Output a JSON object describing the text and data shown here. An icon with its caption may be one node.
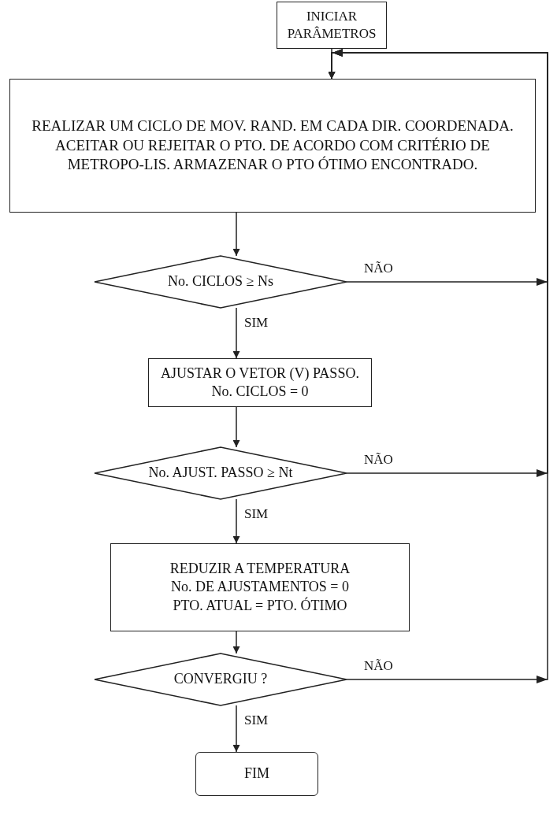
{
  "diagram": {
    "nodes": [
      {
        "text": [
          "INICIAR PARÂMETROS"
        ]
      },
      {
        "text": [
          "REALIZAR UM CICLO DE MOV. RAND. EM CADA DIR. COORDENADA. ACEITAR OU REJEITAR O PTO. DE ACORDO COM CRITÉRIO DE METROPO-LIS. ARMAZENAR O PTO ÓTIMO ENCONTRADO."
        ]
      },
      {
        "text": [
          "No. CICLOS ≥ Ns"
        ]
      },
      {
        "text": [
          "AJUSTAR O VETOR (V) PASSO. No. CICLOS = 0"
        ]
      },
      {
        "text": [
          "No. AJUST. PASSO ≥ Nt"
        ]
      },
      {
        "text": [
          "REDUZIR A TEMPERATURA",
          "No. DE AJUSTAMENTOS = 0",
          "PTO. ATUAL = PTO. ÓTIMO"
        ]
      },
      {
        "text": [
          "CONVERGIU ?"
        ]
      },
      {
        "text": [
          "FIM"
        ]
      }
    ],
    "edges": [
      {
        "from": 0,
        "to": 1,
        "arrow": "to"
      },
      {
        "from": 1,
        "to": 2,
        "arrow": "to"
      },
      {
        "from": 2,
        "to": 3,
        "arrow": "to",
        "label": "SIM"
      },
      {
        "from": 3,
        "to": 4,
        "arrow": "to"
      },
      {
        "from": 4,
        "to": 5,
        "arrow": "to",
        "label": "SIM"
      },
      {
        "from": 5,
        "to": 6,
        "arrow": "to"
      },
      {
        "from": 6,
        "to": 7,
        "arrow": "to",
        "label": "SIM"
      },
      {
        "from": 2,
        "to": 1,
        "arrow": "to",
        "label": "NÃO"
      },
      {
        "from": 4,
        "to": 1,
        "arrow": "to",
        "label": "NÃO"
      },
      {
        "from": 6,
        "to": 1,
        "arrow": "to",
        "label": "NÃO"
      }
    ]
  }
}
